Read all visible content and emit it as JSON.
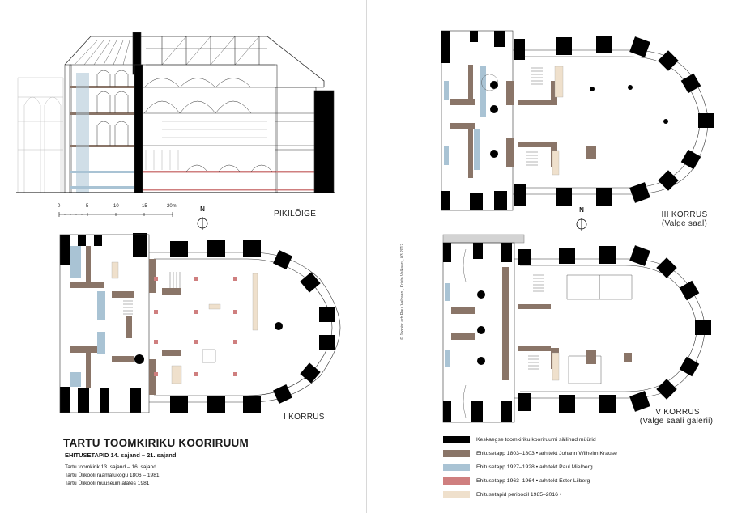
{
  "title": "TARTU TOOMKIRIKU KOORIRUUM",
  "subtitle": "EHITUSETAPID 14. sajand – 21. sajand",
  "history": [
    "Tartu toomkirik 13. sajand – 16. sajand",
    "Tartu Ülikooli raamatukogu 1806 – 1981",
    "Tartu Ülikooli muuseum alates 1981"
  ],
  "views": {
    "section": "PIKILÕIGE",
    "floor1": "I KORRUS",
    "floor3": "III KORRUS",
    "floor3_sub": "(Valge saal)",
    "floor4": "IV KORRUS",
    "floor4_sub": "(Valge saali galerii)"
  },
  "north_label": "N",
  "scale_bar": {
    "ticks": [
      "0",
      "5",
      "10",
      "15",
      "20m"
    ]
  },
  "legend": [
    {
      "label": "Keskaegse toomkiriku kooriruumi säilinud müürid",
      "color": "#000000"
    },
    {
      "label": "Ehitusetapp 1803–1803 • arhitekt Johann Wilhelm Krause",
      "color": "#8a7568"
    },
    {
      "label": "Ehitusetapp 1927–1928 • arhitekt Paul Mielberg",
      "color": "#a9c3d4"
    },
    {
      "label": "Ehitusetapp 1963–1964 • arhitekt Ester Liiberg",
      "color": "#cf7f7f"
    },
    {
      "label": "Ehitusetapid perioodil 1985–2016 •",
      "color": "#efe0cc"
    }
  ],
  "credit": "© Joonis: arh Raul Valkaaru, Kristo Valkaaru, 03.2017",
  "colors": {
    "medieval": "#000000",
    "krause": "#8a7568",
    "mielberg": "#a9c3d4",
    "liiberg": "#cf7f7f",
    "recent": "#efe0cc"
  }
}
